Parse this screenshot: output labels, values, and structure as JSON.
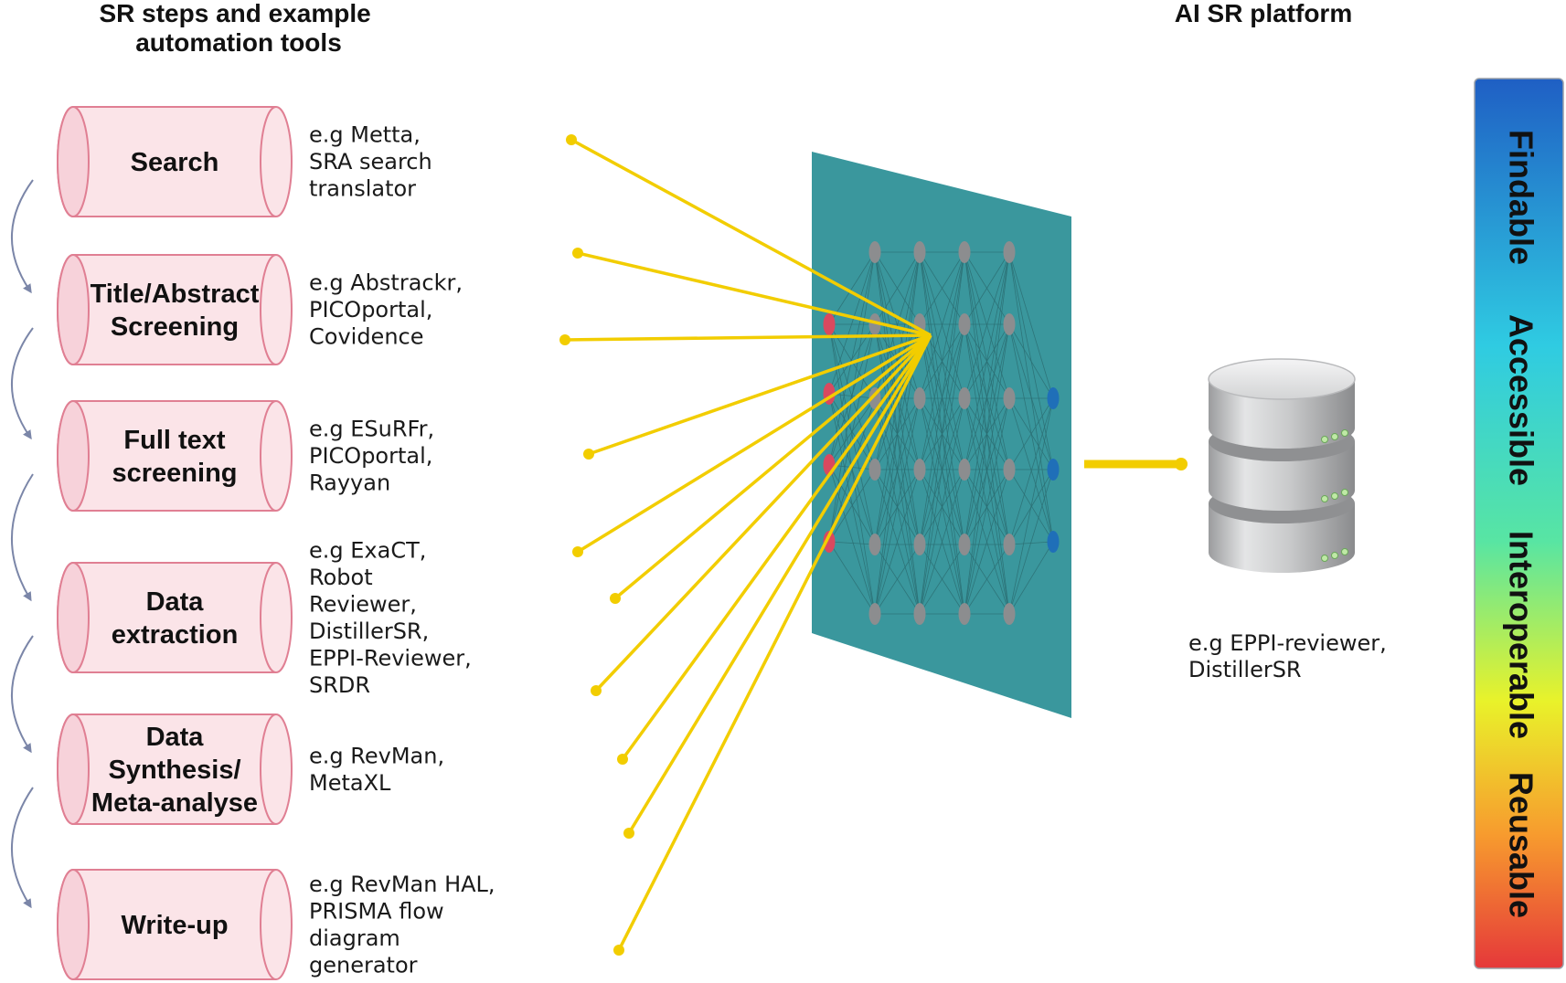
{
  "headings": {
    "left": [
      "SR steps and example",
      "automation tools"
    ],
    "right": "AI SR platform"
  },
  "steps": [
    {
      "label": [
        "Search"
      ],
      "tools": [
        "e.g Metta,",
        "SRA search",
        "translator"
      ]
    },
    {
      "label": [
        "Title/Abstract",
        "Screening"
      ],
      "tools": [
        "e.g Abstrackr,",
        "PICOportal,",
        "Covidence"
      ]
    },
    {
      "label": [
        "Full text",
        "screening"
      ],
      "tools": [
        "e.g ESuRFr,",
        "PICOportal,",
        "Rayyan"
      ]
    },
    {
      "label": [
        "Data",
        "extraction"
      ],
      "tools": [
        "e.g ExaCT,",
        "Robot",
        "Reviewer,",
        "DistillerSR,",
        "EPPI-Reviewer,",
        "SRDR"
      ]
    },
    {
      "label": [
        "Data",
        "Synthesis/",
        "Meta-analyse"
      ],
      "tools": [
        "e.g RevMan,",
        "MetaXL"
      ]
    },
    {
      "label": [
        "Write-up"
      ],
      "tools": [
        "e.g RevMan HAL,",
        "PRISMA flow",
        "diagram",
        "generator"
      ]
    }
  ],
  "platform": {
    "examples": [
      "e.g EPPI-reviewer,",
      "DistillerSR"
    ]
  },
  "fair": [
    "Findable",
    "Accessible",
    "Interoperable",
    "Reusable"
  ],
  "colors": {
    "cylinder_fill": "#fbe4e8",
    "cylinder_stroke": "#e07f93",
    "connector": "#f2cd00",
    "panel": "#3a979d",
    "node_grey": "#8c8d8f",
    "node_red": "#d9495f",
    "node_blue": "#1f6fb8",
    "arrow": "#7b86a8"
  }
}
